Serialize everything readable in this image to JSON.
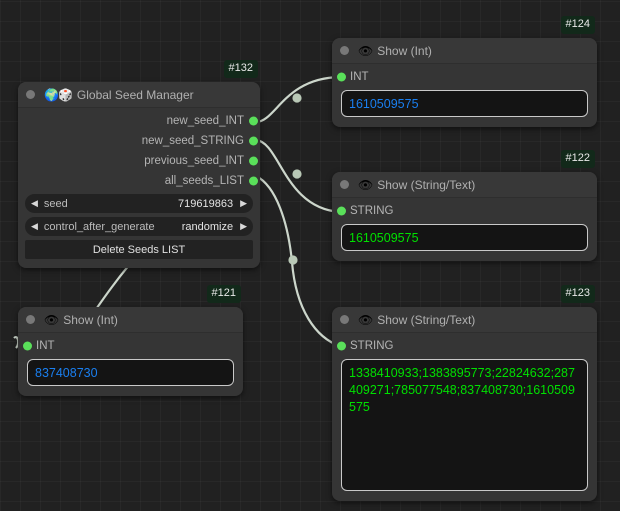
{
  "canvas": {
    "background_color": "#212121",
    "grid_color": "#2b2b2b"
  },
  "nodes": [
    {
      "id": "#132",
      "title": "Global Seed Manager",
      "icons": [
        "globe-icon",
        "dice-icon"
      ],
      "emoji": "🌍🎲",
      "outputs": [
        {
          "label": "new_seed_INT",
          "color": "#5ae05a"
        },
        {
          "label": "new_seed_STRING",
          "color": "#5ae05a"
        },
        {
          "label": "previous_seed_INT",
          "color": "#5ae05a"
        },
        {
          "label": "all_seeds_LIST",
          "color": "#5ae05a"
        }
      ],
      "widgets": [
        {
          "type": "number",
          "name": "seed",
          "value": "719619863",
          "left_arrow": "◀",
          "right_arrow": "▶"
        },
        {
          "type": "combo",
          "name": "control_after_generate",
          "value": "randomize",
          "left_arrow": "◀",
          "right_arrow": "▶"
        },
        {
          "type": "button",
          "label": "Delete Seeds LIST"
        }
      ]
    },
    {
      "id": "#124",
      "title": "Show (Int)",
      "icons": [
        "eye-icon"
      ],
      "emoji": "👁",
      "inputs": [
        {
          "label": "INT",
          "color": "#5ae05a"
        }
      ],
      "display": {
        "value": "1610509575",
        "color": "#1a7ff0",
        "lines": 1
      }
    },
    {
      "id": "#122",
      "title": "Show (String/Text)",
      "icons": [
        "eye-icon"
      ],
      "emoji": "👁",
      "inputs": [
        {
          "label": "STRING",
          "color": "#5ae05a"
        }
      ],
      "display": {
        "value": "1610509575",
        "color": "#00e000",
        "lines": 1
      }
    },
    {
      "id": "#121",
      "title": "Show (Int)",
      "icons": [
        "eye-icon"
      ],
      "emoji": "👁",
      "inputs": [
        {
          "label": "INT",
          "color": "#5ae05a"
        }
      ],
      "display": {
        "value": "837408730",
        "color": "#1a7ff0",
        "lines": 1
      }
    },
    {
      "id": "#123",
      "title": "Show (String/Text)",
      "icons": [
        "eye-icon"
      ],
      "emoji": "👁",
      "inputs": [
        {
          "label": "STRING",
          "color": "#5ae05a"
        }
      ],
      "display": {
        "value": "1338410933;1383895773;22824632;287409271;785077548;837408730;1610509575",
        "color": "#00e000",
        "lines": 3
      }
    }
  ],
  "links": [
    {
      "from": "#132.new_seed_INT",
      "to": "#124.INT",
      "color": "#ccd6cb"
    },
    {
      "from": "#132.new_seed_STRING",
      "to": "#122.STRING",
      "color": "#ccd6cb"
    },
    {
      "from": "#132.previous_seed_INT",
      "to": "#121.INT",
      "color": "#ccd6cb"
    },
    {
      "from": "#132.all_seeds_LIST",
      "to": "#123.STRING",
      "color": "#ccd6cb"
    }
  ]
}
